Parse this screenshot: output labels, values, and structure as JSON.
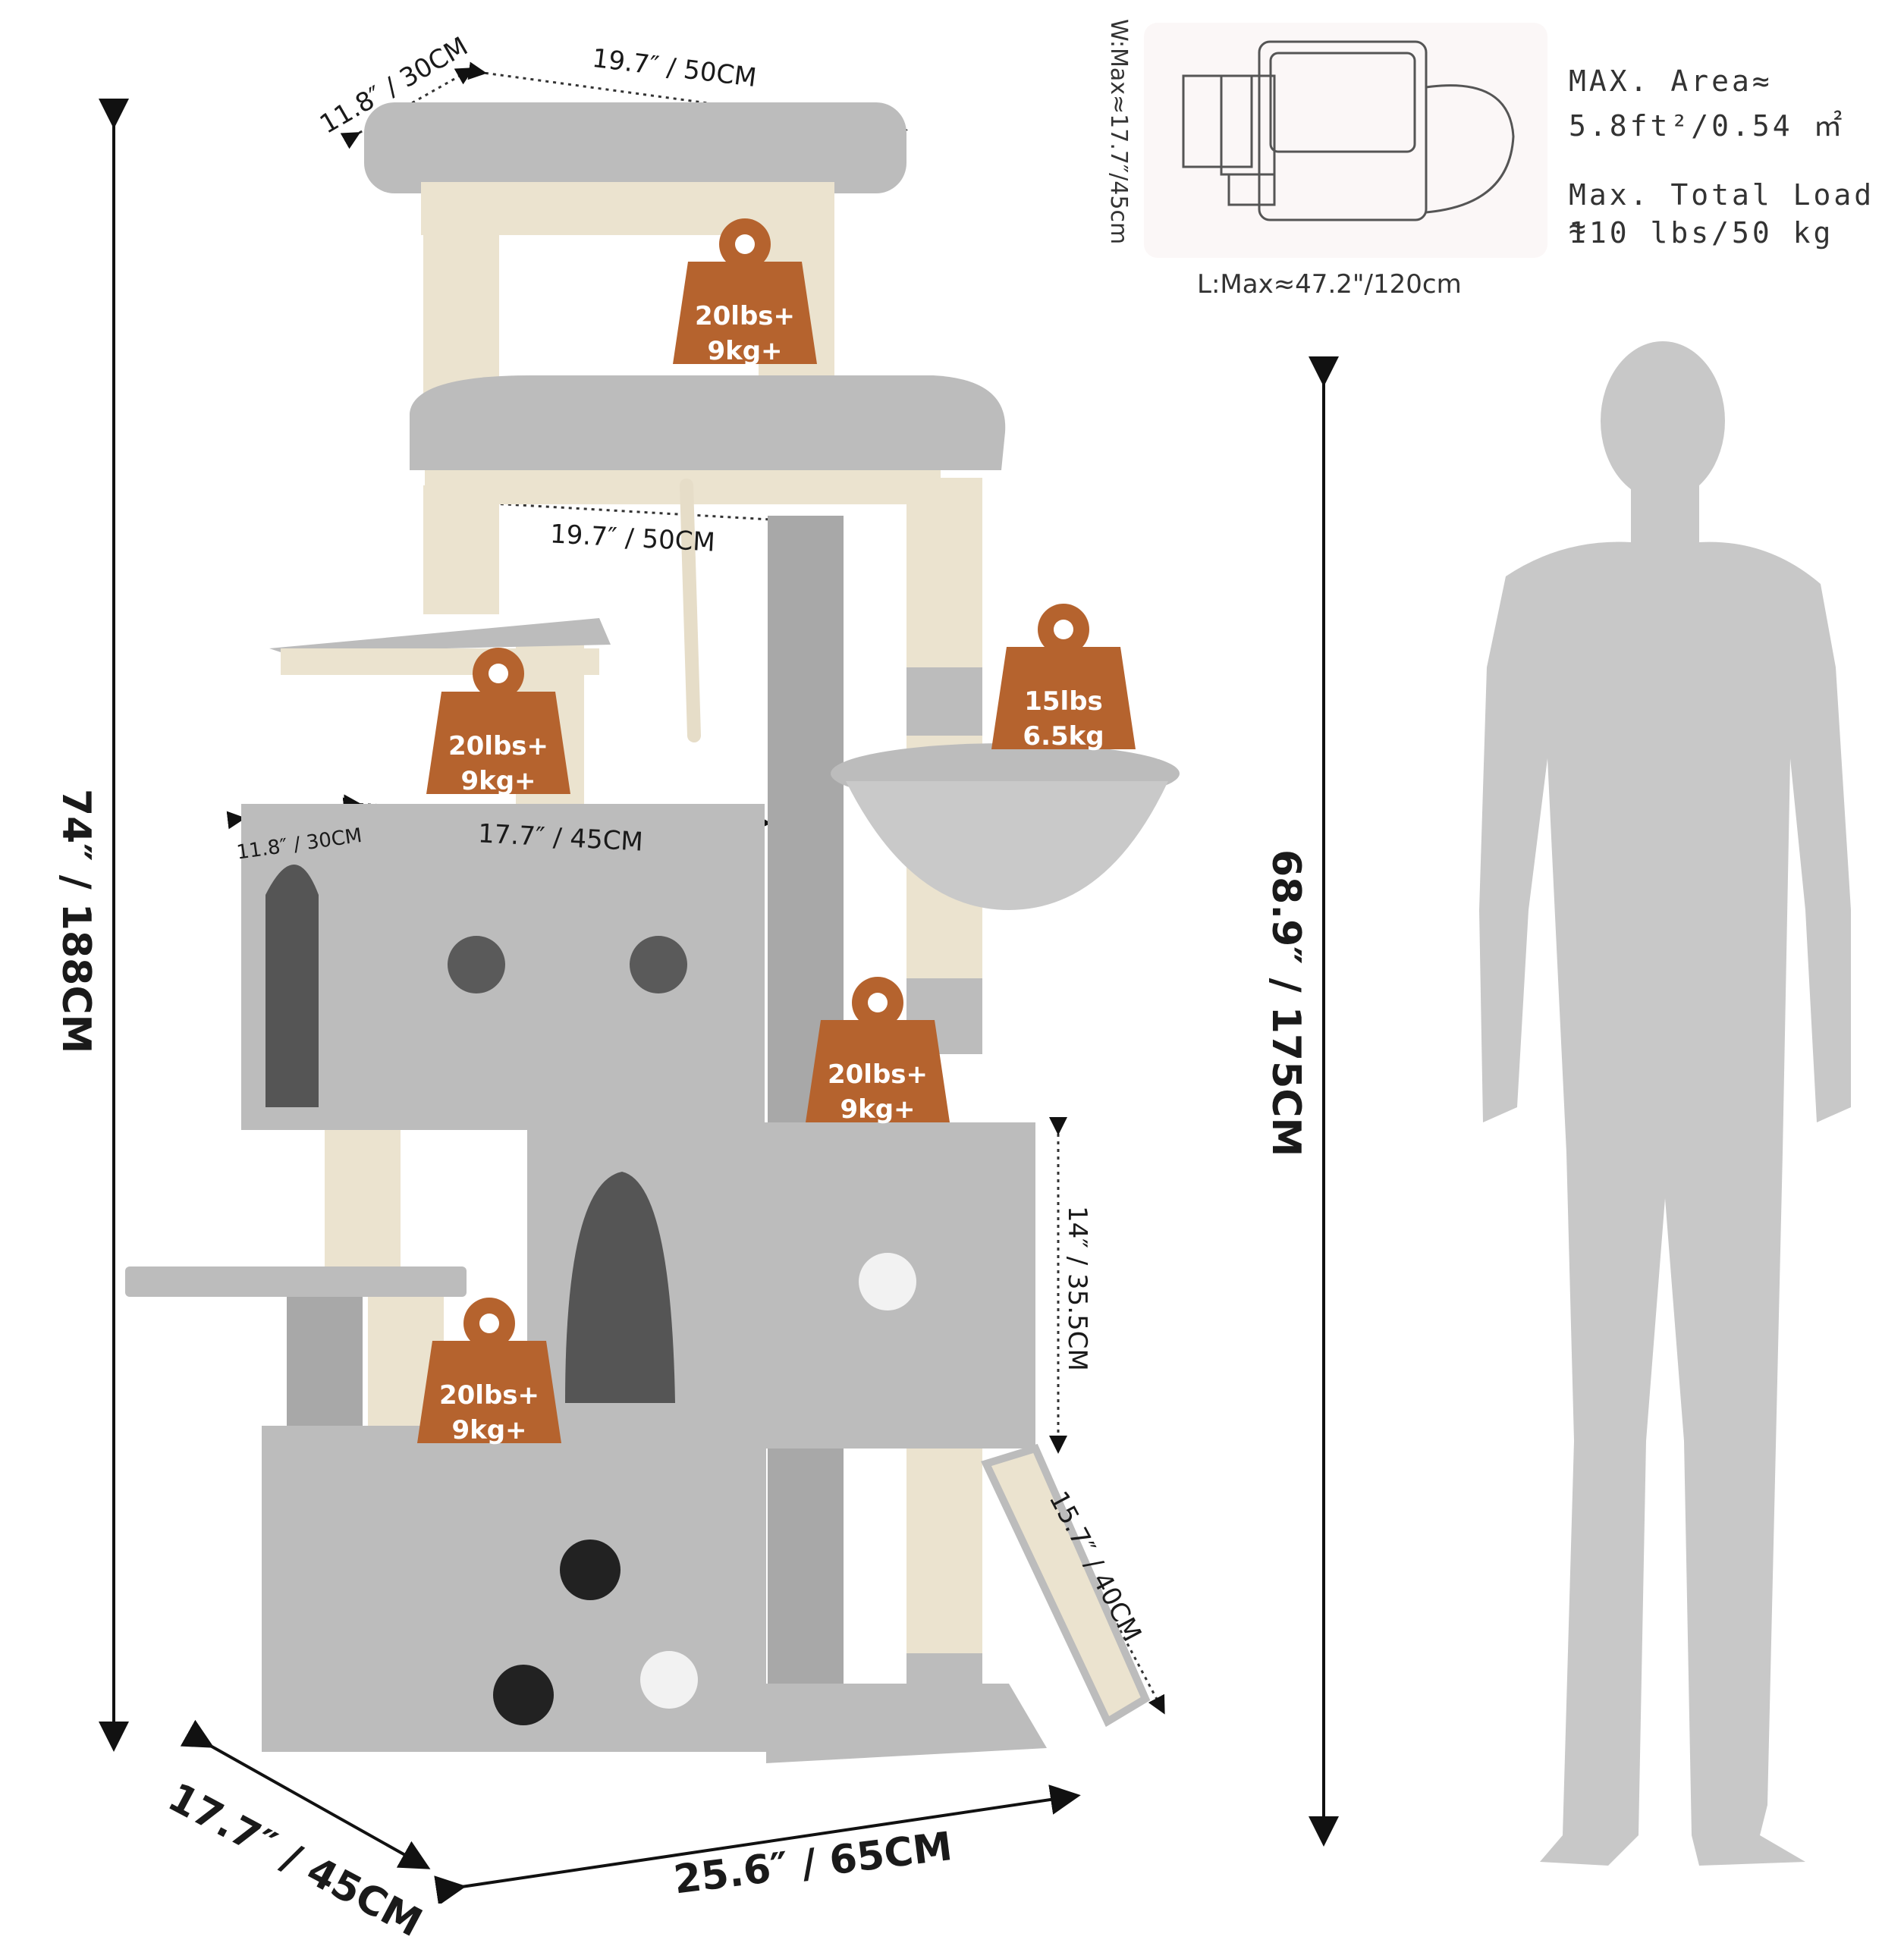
{
  "colors": {
    "fur": "#bcbcbc",
    "fur_dark": "#a8a8a8",
    "sisal": "#ebe3cf",
    "weight_tag": "#b5632e",
    "silhouette": "#c8c8c8",
    "panel_bg": "#fbf7f7"
  },
  "dimensions": {
    "top_width": "19.7″ / 50CM",
    "top_depth": "11.8″ / 30CM",
    "mid_width": "19.7″ / 50CM",
    "condo_width": "17.7″ / 45CM",
    "condo_depth": "11.8″ / 30CM",
    "total_height": "74″ / 188CM",
    "person_height": "68.9″ / 175CM",
    "box_height": "14″ / 35.5CM",
    "ramp_length": "15.7″ / 40CM",
    "base_depth": "17.7″ / 45CM",
    "base_width": "25.6″ / 65CM"
  },
  "load_tags": [
    {
      "line1": "20lbs+",
      "line2": "9kg+"
    },
    {
      "line1": "20lbs+",
      "line2": "9kg+"
    },
    {
      "line1": "15lbs",
      "line2": "6.5kg"
    },
    {
      "line1": "20lbs+",
      "line2": "9kg+"
    },
    {
      "line1": "20lbs+",
      "line2": "9kg+"
    }
  ],
  "footprint": {
    "width_label": "W:Max≈17.7″/45cm",
    "length_label": "L:Max≈47.2\"/120cm"
  },
  "specs": {
    "area_line1": "MAX. Area≈",
    "area_line2": "5.8ft²/0.54 ㎡",
    "load_line1": "Max. Total Load ≈",
    "load_line2": "110 lbs/50 kg"
  }
}
